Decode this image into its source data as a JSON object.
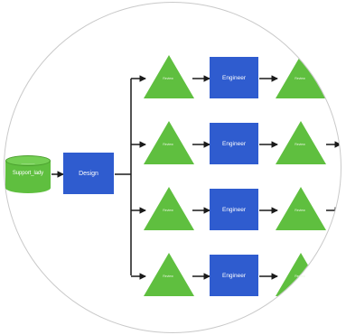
{
  "diagram": {
    "source": {
      "label": "Support_lady",
      "sublabel": "──────"
    },
    "design": {
      "label": "Design"
    },
    "rows": [
      {
        "triangle_label": "Review",
        "engineer_label": "Engineer",
        "next_label": "Review"
      },
      {
        "triangle_label": "Review",
        "engineer_label": "Engineer",
        "next_label": "Review"
      },
      {
        "triangle_label": "Review",
        "engineer_label": "Engineer",
        "next_label": "Review"
      },
      {
        "triangle_label": "Review",
        "engineer_label": "Engineer",
        "next_label": "Review"
      }
    ],
    "colors": {
      "box": "#2f5ccf",
      "triangle": "#5fbf3f",
      "line": "#1a1a1a",
      "lens_border": "#c9c9c9"
    }
  }
}
